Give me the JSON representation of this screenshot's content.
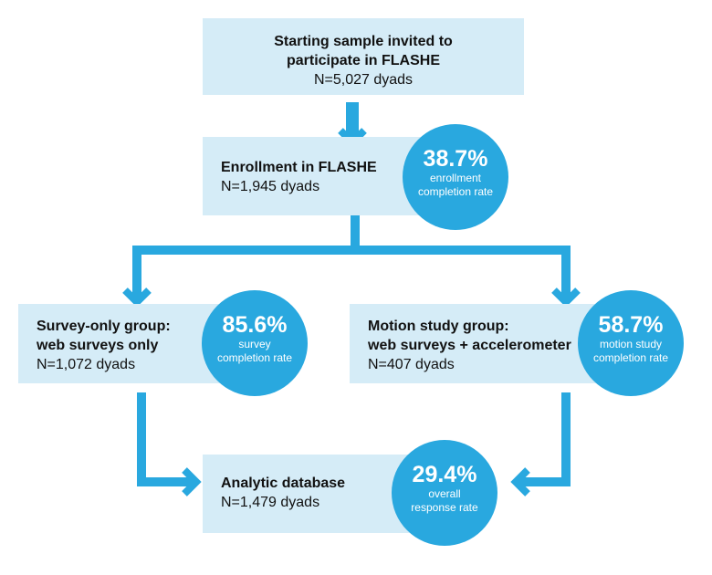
{
  "colors": {
    "box": "#d5ecf7",
    "accent": "#29a8df"
  },
  "start": {
    "title_line1": "Starting sample invited to",
    "title_line2": "participate in FLASHE",
    "n": "N=5,027 dyads"
  },
  "enrollment": {
    "title": "Enrollment in FLASHE",
    "n": "N=1,945 dyads",
    "pct": "38.7%",
    "rate_line1": "enrollment",
    "rate_line2": "completion rate"
  },
  "survey_group": {
    "title_line1": "Survey-only group:",
    "title_line2": "web surveys only",
    "n": "N=1,072 dyads",
    "pct": "85.6%",
    "rate_line1": "survey",
    "rate_line2": "completion rate"
  },
  "motion_group": {
    "title_line1": "Motion study group:",
    "title_line2": "web surveys + accelerometer",
    "n": "N=407 dyads",
    "pct": "58.7%",
    "rate_line1": "motion study",
    "rate_line2": "completion rate"
  },
  "analytic": {
    "title": "Analytic database",
    "n": "N=1,479 dyads",
    "pct": "29.4%",
    "rate_line1": "overall",
    "rate_line2": "response rate"
  }
}
